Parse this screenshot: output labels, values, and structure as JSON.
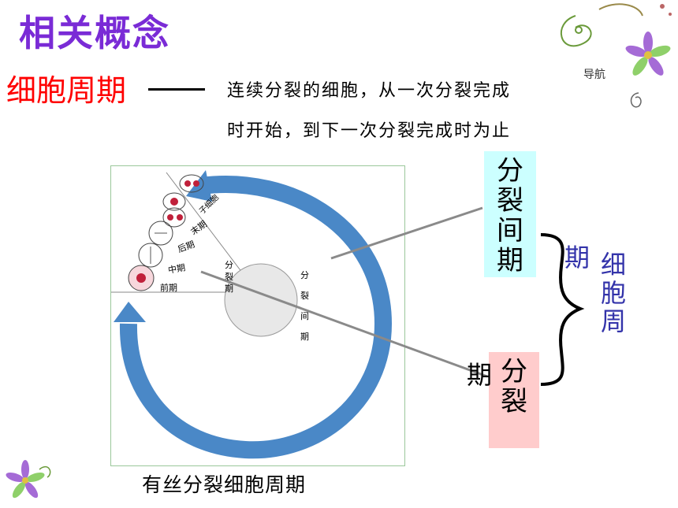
{
  "header": {
    "title": "相关概念"
  },
  "definition": {
    "term": "细胞周期",
    "line1": "连续分裂的细胞，从一次分裂完成",
    "line2": "时开始，到下一次分裂完成时为止"
  },
  "nav": {
    "label": "导航"
  },
  "diagram": {
    "phases_outer": [
      "子细胞",
      "末期",
      "后期",
      "中期",
      "前期"
    ],
    "mitosis_label_chars": [
      "分",
      "裂",
      "期"
    ],
    "interphase_label_chars": [
      "分",
      "裂",
      "间",
      "期"
    ],
    "caption": "有丝分裂细胞周期",
    "colors": {
      "arrow": "#4a88c7",
      "interphase_bg": "#ccffff",
      "mitosis_bg": "#ffcccc",
      "cell": "#c0203a"
    }
  },
  "labels": {
    "interphase_chars": [
      "分",
      "裂",
      "间",
      "期"
    ],
    "interphase_suffix": "期",
    "mitosis_chars": [
      "分",
      "裂"
    ],
    "mitosis_prefix": "期",
    "cycle_chars": [
      "细",
      "胞",
      "周"
    ]
  },
  "colors": {
    "title": "#7a2bd6",
    "term": "#ff0000",
    "cycle_text": "#3333aa"
  }
}
